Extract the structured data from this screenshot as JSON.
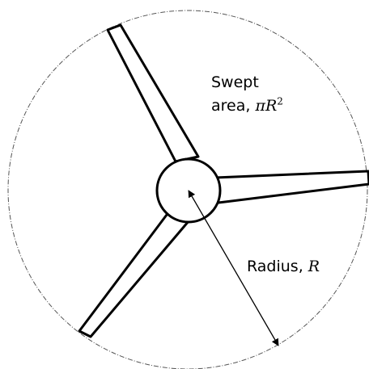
{
  "swept_area_label": {
    "line1": "Swept",
    "line2_prefix": "area, ",
    "symbol_pi": "π",
    "symbol_r": "R",
    "exponent": "2"
  },
  "radius_label": {
    "prefix": "Radius, ",
    "symbol": "R"
  },
  "colors": {
    "stroke": "#000000",
    "background": "#ffffff",
    "swept_circle": "#555555"
  }
}
